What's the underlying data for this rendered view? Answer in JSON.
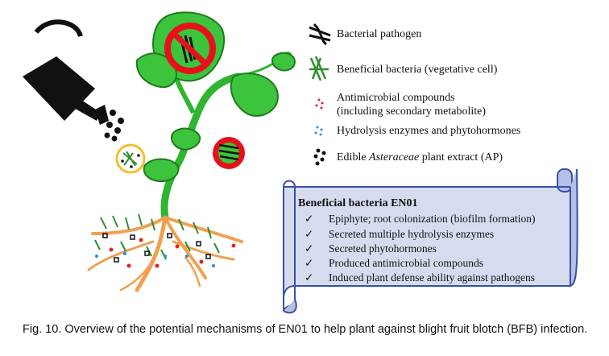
{
  "legend": {
    "items": [
      {
        "label": "Bacterial pathogen",
        "icon": "pathogen-icon"
      },
      {
        "label": "Beneficial bacteria (vegetative cell)",
        "icon": "beneficial-bacteria-icon"
      },
      {
        "label": "Antimicrobial compounds",
        "label2": "(including secondary metabolite)",
        "icon": "antimicrobial-dots-icon"
      },
      {
        "label": "Hydrolysis enzymes and phytohormones",
        "icon": "enzyme-dots-icon"
      },
      {
        "label_pre": "Edible ",
        "label_italic": "Asteraceae",
        "label_post": " plant extract (AP)",
        "icon": "plant-extract-dots-icon"
      }
    ]
  },
  "scroll": {
    "title": "Beneficial bacteria EN01",
    "check_glyph": "✓",
    "items": [
      "Epiphyte; root colonization (biofilm formation)",
      "Secreted multiple hydrolysis enzymes",
      "Secreted phytohormones",
      "Produced antimicrobial compounds",
      "Induced plant defense ability against pathogens"
    ]
  },
  "caption": "Fig. 10. Overview of the potential mechanisms of EN01 to help plant against blight fruit blotch (BFB) infection.",
  "colors": {
    "leaf": "#2fb52f",
    "leaf_dark": "#1f7a1f",
    "root": "#f0a050",
    "scroll_fill": "#d6dcf0",
    "scroll_stroke": "#3a4fa8",
    "prohibit_red": "#e8101a",
    "dot_red": "#e82020",
    "dot_blue": "#2090e0"
  }
}
